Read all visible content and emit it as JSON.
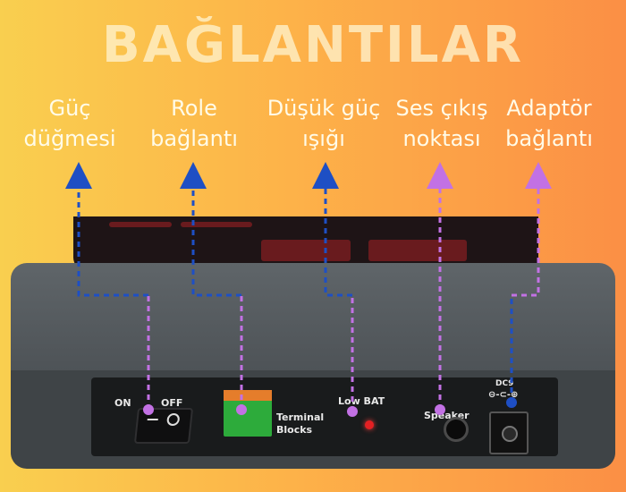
{
  "title": "BAĞLANTILAR",
  "labels": [
    {
      "id": "power",
      "line1": "Güç",
      "line2": "düğmesi"
    },
    {
      "id": "relay",
      "line1": "Role",
      "line2": "bağlantı"
    },
    {
      "id": "lowbat",
      "line1": "Düşük güç",
      "line2": "ışığı"
    },
    {
      "id": "sound",
      "line1": "Ses çıkış",
      "line2": "noktası"
    },
    {
      "id": "adaptor",
      "line1": "Adaptör",
      "line2": "bağlantı"
    }
  ],
  "panel": {
    "on": "ON",
    "off": "OFF",
    "terminal": "Terminal",
    "blocks": "Blocks",
    "low_bat": "Low BAT",
    "speaker": "Speaker",
    "dc9": "DC9",
    "polarity": "⊖-⊂-⊕"
  },
  "colors": {
    "arrow_blue": "#1e4fc4",
    "arrow_purple": "#c271e4",
    "panel": "#191b1c",
    "background_left": "#f9cf4f",
    "background_right": "#fb8f45"
  }
}
